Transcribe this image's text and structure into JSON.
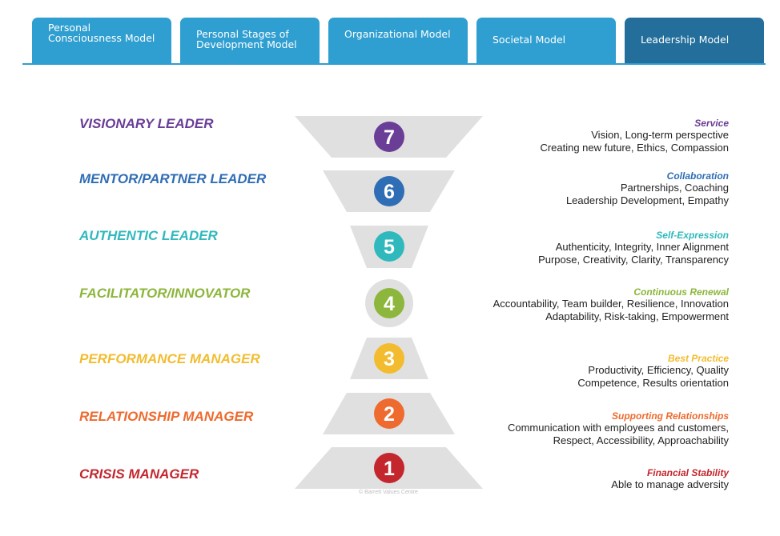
{
  "tabs": [
    {
      "label": "Personal Consciousness Model",
      "active": false
    },
    {
      "label": "Personal Stages of Development Model",
      "active": false
    },
    {
      "label": "Organizational Model",
      "active": false
    },
    {
      "label": "Societal Model",
      "active": false
    },
    {
      "label": "Leadership Model",
      "active": true
    }
  ],
  "levels": [
    {
      "number": "7",
      "name": "VISIONARY LEADER",
      "color": "#6a3d97",
      "theme": "Service",
      "line1": "Vision, Long-term perspective",
      "line2": "Creating new future, Ethics, Compassion"
    },
    {
      "number": "6",
      "name": "MENTOR/PARTNER LEADER",
      "color": "#2f6db5",
      "theme": "Collaboration",
      "line1": "Partnerships, Coaching",
      "line2": "Leadership Development, Empathy"
    },
    {
      "number": "5",
      "name": "AUTHENTIC LEADER",
      "color": "#2fb9bd",
      "theme": "Self-Expression",
      "line1": "Authenticity, Integrity, Inner Alignment",
      "line2": "Purpose, Creativity, Clarity, Transparency"
    },
    {
      "number": "4",
      "name": "FACILITATOR/INNOVATOR",
      "color": "#8cb63c",
      "theme": "Continuous Renewal",
      "line1": "Accountability, Team builder, Resilience, Innovation",
      "line2": "Adaptability, Risk-taking, Empowerment"
    },
    {
      "number": "3",
      "name": "PERFORMANCE MANAGER",
      "color": "#f2bc2e",
      "theme": "Best Practice",
      "line1": "Productivity, Efficiency, Quality",
      "line2": "Competence, Results orientation"
    },
    {
      "number": "2",
      "name": "RELATIONSHIP MANAGER",
      "color": "#ee6a2e",
      "theme": "Supporting Relationships",
      "line1": "Communication with employees and customers,",
      "line2": "Respect, Accessibility, Approachability"
    },
    {
      "number": "1",
      "name": "CRISIS MANAGER",
      "color": "#c4262e",
      "theme": "Financial Stability",
      "line1": "Able to manage adversity",
      "line2": ""
    }
  ],
  "copyright": "© Barrett Values Centre",
  "colors": {
    "tab": "#2f9ed0",
    "tab_active": "#236e9b",
    "shape": "#e0e0e0"
  }
}
